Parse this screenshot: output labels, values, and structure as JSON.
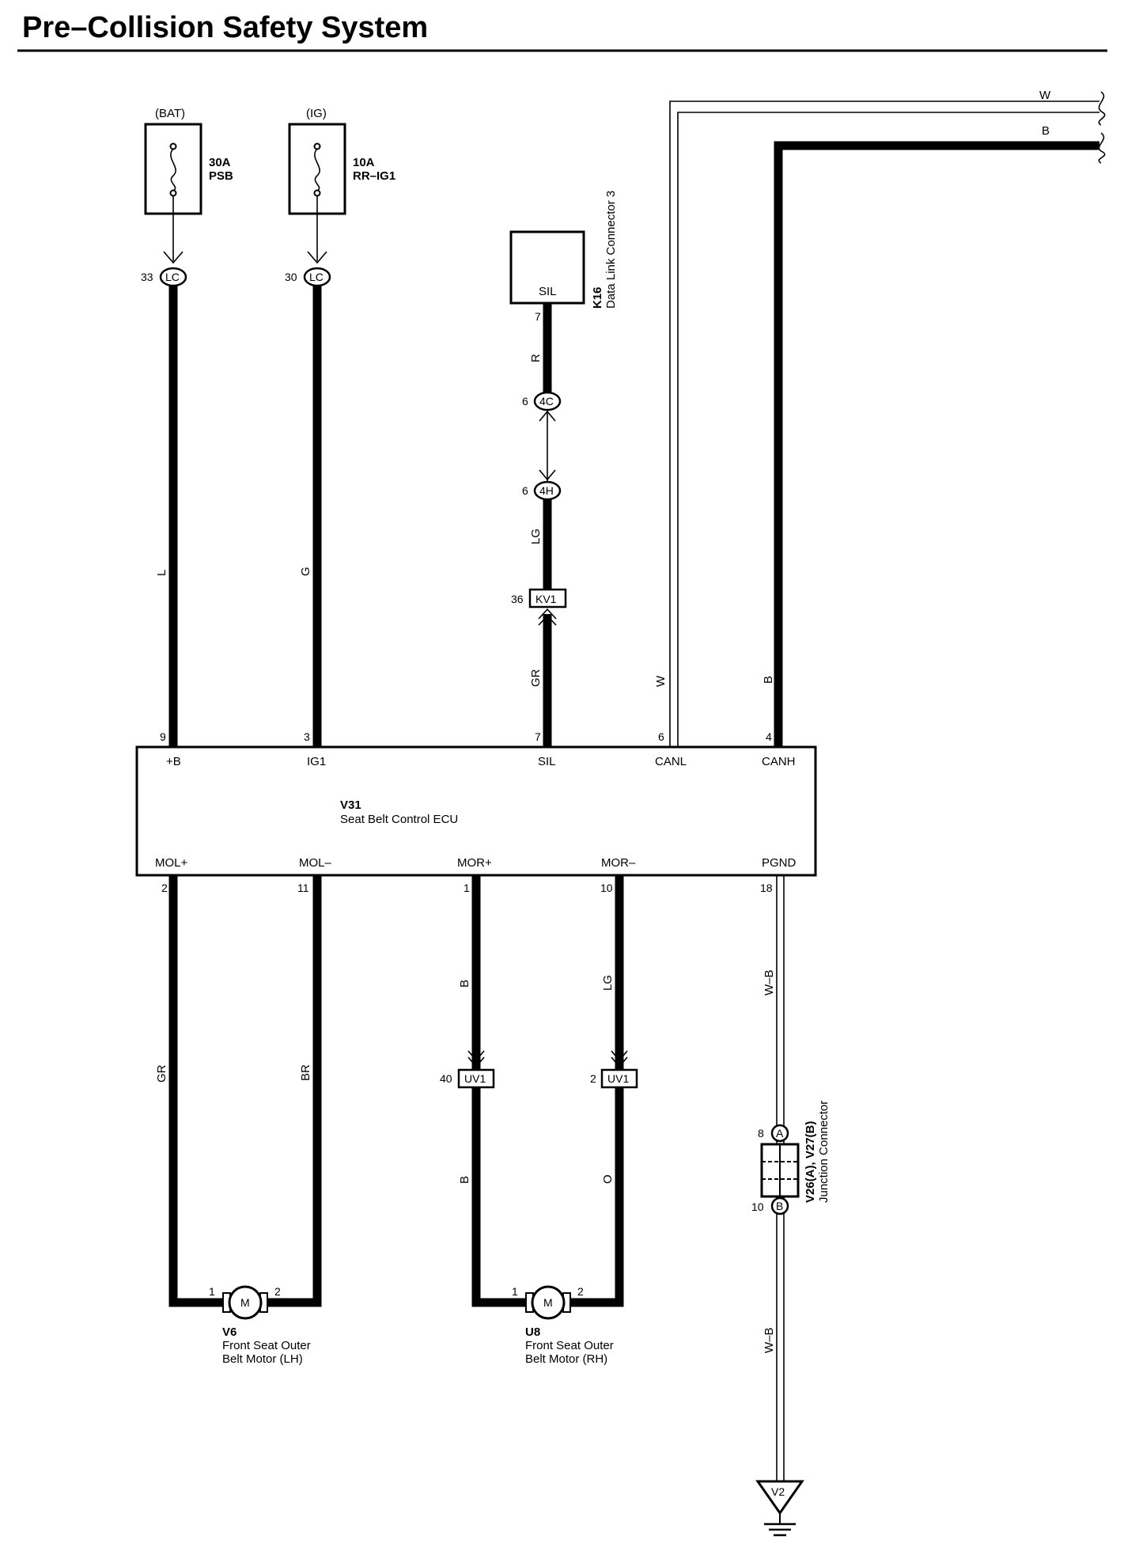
{
  "title": "Pre–Collision Safety System",
  "fuses": [
    {
      "source": "(BAT)",
      "rating": "30A",
      "name": "PSB",
      "pin": "33",
      "connector": "LC",
      "wire": "L",
      "ecu_pin": "9",
      "ecu_terminal": "+B"
    },
    {
      "source": "(IG)",
      "rating": "10A",
      "name": "RR–IG1",
      "pin": "30",
      "connector": "LC",
      "wire": "G",
      "ecu_pin": "3",
      "ecu_terminal": "IG1"
    }
  ],
  "dlc": {
    "code": "K16",
    "name": "Data Link Connector 3",
    "terminal": "SIL",
    "pin": "7",
    "wire_top": "R",
    "conn1_pin": "6",
    "conn1": "4C",
    "conn2_pin": "6",
    "conn2": "4H",
    "wire_mid": "LG",
    "conn3_pin": "36",
    "conn3": "KV1",
    "wire_bottom": "GR",
    "ecu_pin": "7",
    "ecu_terminal": "SIL"
  },
  "can": {
    "canl_wire": "W",
    "canl_pin": "6",
    "canl_terminal": "CANL",
    "canh_wire": "B",
    "canh_pin": "4",
    "canh_terminal": "CANH",
    "top_w": "W",
    "top_b": "B"
  },
  "ecu": {
    "code": "V31",
    "name": "Seat Belt Control ECU"
  },
  "outputs": [
    {
      "terminal": "MOL+",
      "pin": "2",
      "wire": "GR"
    },
    {
      "terminal": "MOL–",
      "pin": "11",
      "wire": "BR"
    },
    {
      "terminal": "MOR+",
      "pin": "1",
      "wire_top": "B",
      "conn_pin": "40",
      "conn": "UV1",
      "wire_bottom": "B"
    },
    {
      "terminal": "MOR–",
      "pin": "10",
      "wire_top": "LG",
      "conn_pin": "2",
      "conn": "UV1",
      "wire_bottom": "O"
    },
    {
      "terminal": "PGND",
      "pin": "18",
      "wire_top": "W–B",
      "wire_bottom": "W–B"
    }
  ],
  "motors": [
    {
      "code": "V6",
      "line1": "Front Seat Outer",
      "line2": "Belt Motor (LH)",
      "symbol": "M",
      "pin1": "1",
      "pin2": "2"
    },
    {
      "code": "U8",
      "line1": "Front Seat Outer",
      "line2": "Belt Motor (RH)",
      "symbol": "M",
      "pin1": "1",
      "pin2": "2"
    }
  ],
  "junction": {
    "code": "V26(A), V27(B)",
    "name": "Junction Connector",
    "pin_a": "8",
    "label_a": "A",
    "pin_b": "10",
    "label_b": "B"
  },
  "ground": {
    "code": "V2"
  }
}
